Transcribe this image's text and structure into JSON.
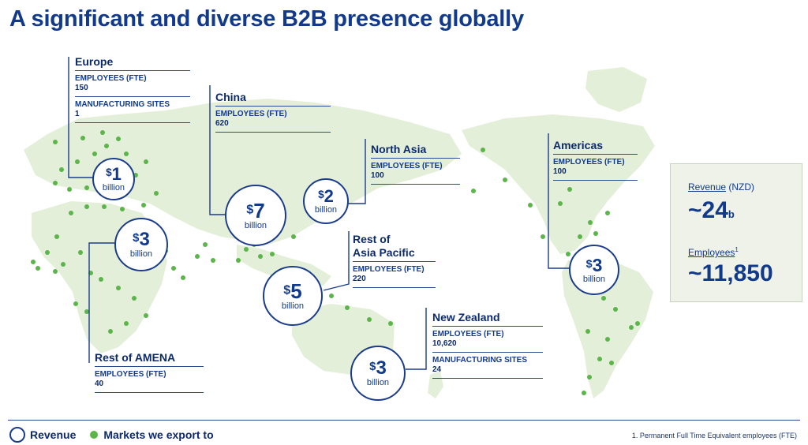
{
  "title": "A significant and diverse B2B presence globally",
  "colors": {
    "navy": "#123a8c",
    "dark_navy": "#0c2a6b",
    "land": "#e4efd9",
    "export_dot": "#5bb54a",
    "summary_bg": "#eef2e8"
  },
  "regions": [
    {
      "key": "europe",
      "name": "Europe",
      "metrics": [
        {
          "label": "EMPLOYEES (FTE)",
          "value": "150"
        },
        {
          "label": "MANUFACTURING SITES",
          "value": "1"
        }
      ],
      "revenue": "1",
      "currency": "$",
      "unit": "billion"
    },
    {
      "key": "china",
      "name": "China",
      "metrics": [
        {
          "label": "EMPLOYEES (FTE)",
          "value": "620"
        }
      ],
      "revenue": "7",
      "currency": "$",
      "unit": "billion"
    },
    {
      "key": "north_asia",
      "name": "North Asia",
      "metrics": [
        {
          "label": "EMPLOYEES (FTE)",
          "value": "100"
        }
      ],
      "revenue": "2",
      "currency": "$",
      "unit": "billion"
    },
    {
      "key": "americas",
      "name": "Americas",
      "metrics": [
        {
          "label": "EMPLOYEES (FTE)",
          "value": "100"
        }
      ],
      "revenue": "3",
      "currency": "$",
      "unit": "billion"
    },
    {
      "key": "rest_apac",
      "name_line1": "Rest of",
      "name_line2": "Asia Pacific",
      "metrics": [
        {
          "label": "EMPLOYEES (FTE)",
          "value": "220"
        }
      ],
      "revenue": "5",
      "currency": "$",
      "unit": "billion"
    },
    {
      "key": "new_zealand",
      "name": "New Zealand",
      "metrics": [
        {
          "label": "EMPLOYEES (FTE)",
          "value": "10,620"
        },
        {
          "label": "MANUFACTURING SITES",
          "value": "24"
        }
      ],
      "revenue": "3",
      "currency": "$",
      "unit": "billion"
    },
    {
      "key": "rest_amena",
      "name": "Rest of AMENA",
      "metrics": [
        {
          "label": "EMPLOYEES (FTE)",
          "value": "40"
        }
      ],
      "revenue": "3",
      "currency": "$",
      "unit": "billion"
    }
  ],
  "summary": {
    "revenue_label": "Revenue",
    "revenue_currency": "(NZD)",
    "revenue_value": "~24",
    "revenue_suffix": "b",
    "employees_label": "Employees",
    "employees_sup": "1",
    "employees_value": "~11,850"
  },
  "legend": {
    "revenue": "Revenue",
    "markets": "Markets we export to"
  },
  "footnote": "1. Permanent Full Time Equivalent employees (FTE)"
}
